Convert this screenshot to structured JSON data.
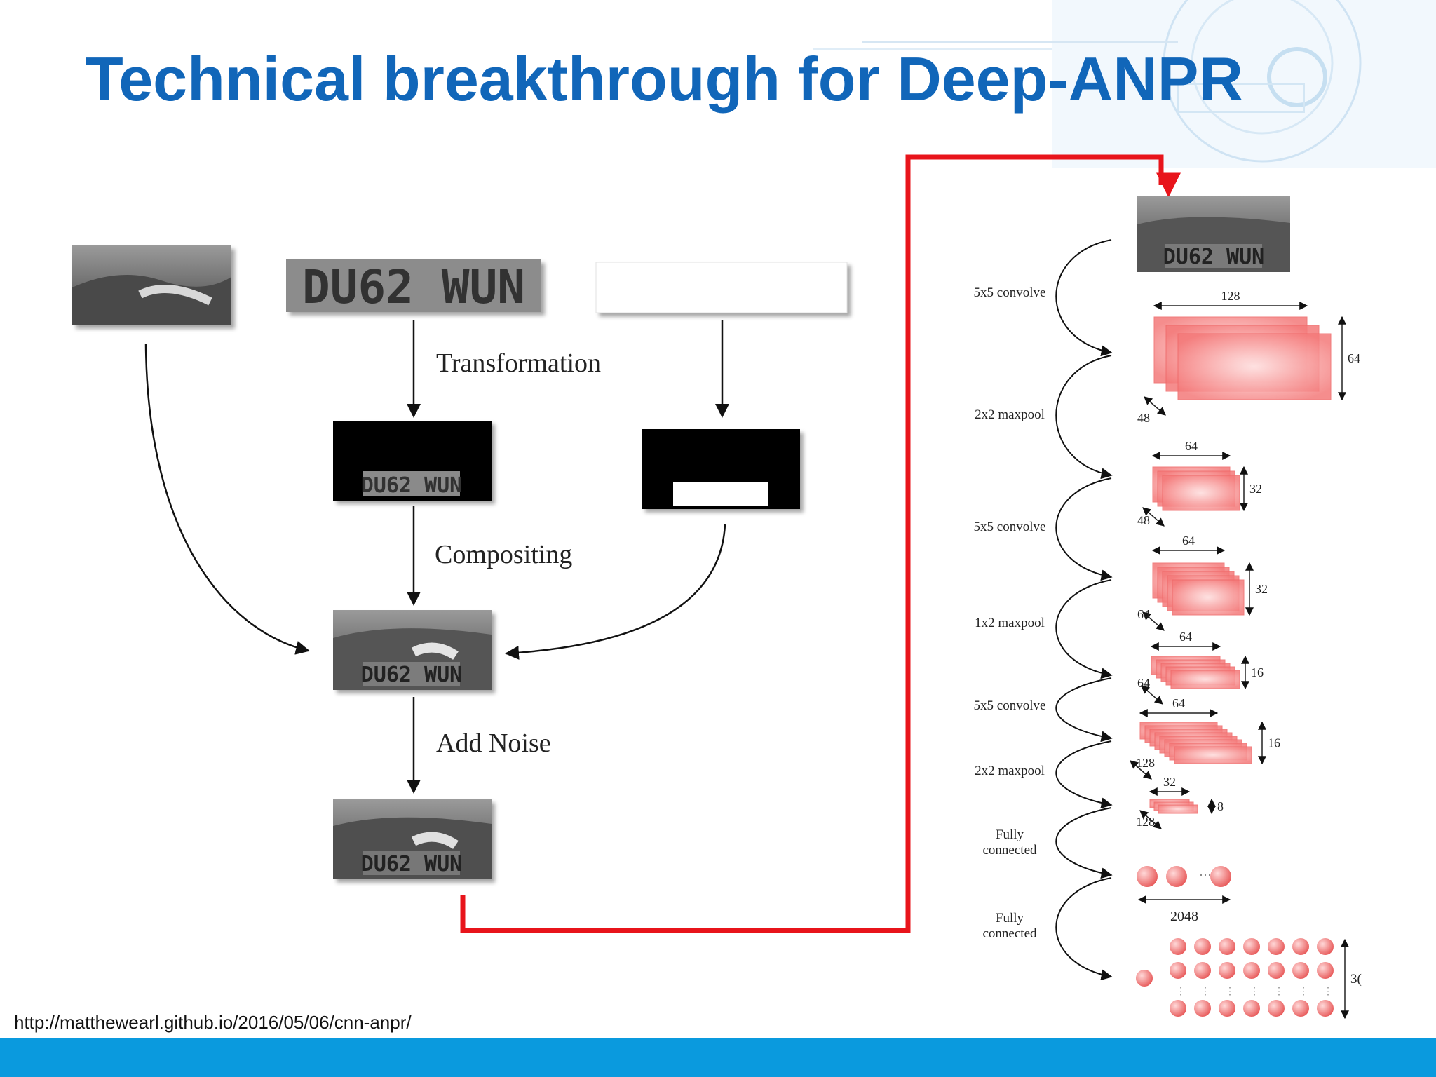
{
  "slide": {
    "title": "Technical breakthrough for Deep-ANPR",
    "source_url": "http://matthewearl.github.io/2016/05/06/cnn-anpr/"
  },
  "pipeline": {
    "plate_text": "DU62 WUN",
    "steps": [
      "Transformation",
      "Compositing",
      "Add Noise"
    ]
  },
  "cnn": {
    "layer_labels": [
      "5x5 convolve",
      "2x2 maxpool",
      "5x5 convolve",
      "1x2 maxpool",
      "5x5 convolve",
      "2x2 maxpool",
      "Fully\nconnected",
      "Fully\nconnected"
    ],
    "dims": [
      {
        "w": "128",
        "h": "64",
        "d": "48"
      },
      {
        "w": "64",
        "h": "32",
        "d": "48"
      },
      {
        "w": "64",
        "h": "32",
        "d": "64"
      },
      {
        "w": "64",
        "h": "16",
        "d": "64"
      },
      {
        "w": "64",
        "h": "16",
        "d": "128"
      },
      {
        "w": "32",
        "h": "8",
        "d": "128"
      }
    ],
    "fc_size": "2048",
    "output_size": "3("
  },
  "colors": {
    "title": "#1166b9",
    "footer": "#0a9ade",
    "connector": "#e8141b",
    "layer_fill": "#f47a7a"
  }
}
